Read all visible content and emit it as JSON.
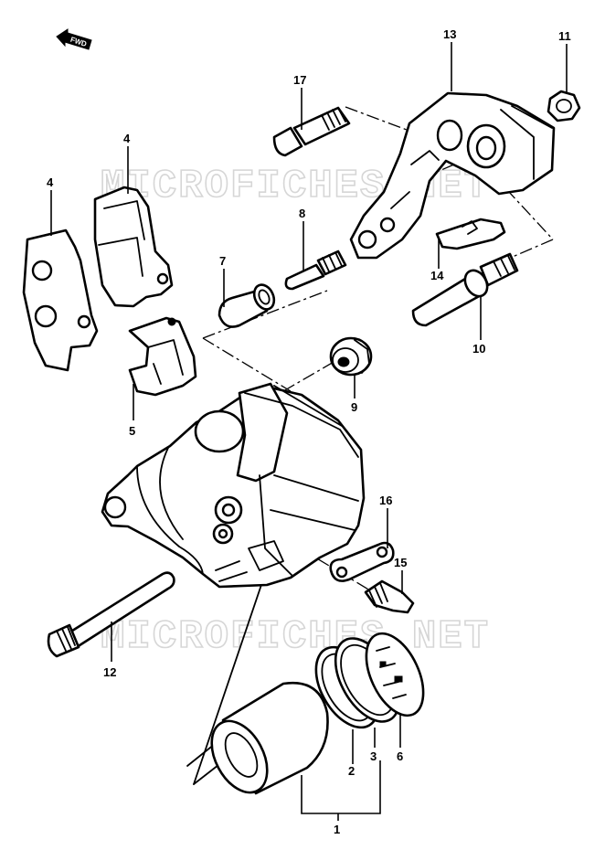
{
  "watermark": "MICROFICHES.NET",
  "direction_label": "FWD",
  "callouts": {
    "p1": "1",
    "p2": "2",
    "p3": "3",
    "p4a": "4",
    "p4b": "4",
    "p5": "5",
    "p6": "6",
    "p7": "7",
    "p8": "8",
    "p9": "9",
    "p10": "10",
    "p11": "11",
    "p12": "12",
    "p13": "13",
    "p14": "14",
    "p15": "15",
    "p16": "16",
    "p17": "17"
  }
}
